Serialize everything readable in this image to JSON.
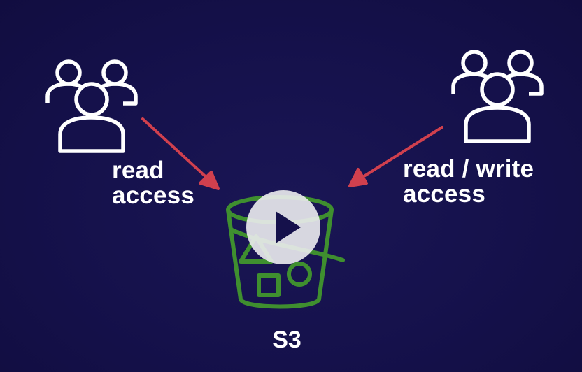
{
  "colors": {
    "background": "#15114b",
    "arrow": "#e0444e",
    "bucket": "#3f8f2f",
    "text": "#ffffff",
    "play_button": "#ececf0"
  },
  "left_group": {
    "icon": "users-group-icon",
    "label_line1": "read",
    "label_line2": "access"
  },
  "right_group": {
    "icon": "users-group-icon",
    "label_line1": "read / write",
    "label_line2": "access"
  },
  "bucket": {
    "icon": "s3-bucket-icon",
    "label": "S3"
  },
  "player": {
    "icon": "play-icon"
  }
}
